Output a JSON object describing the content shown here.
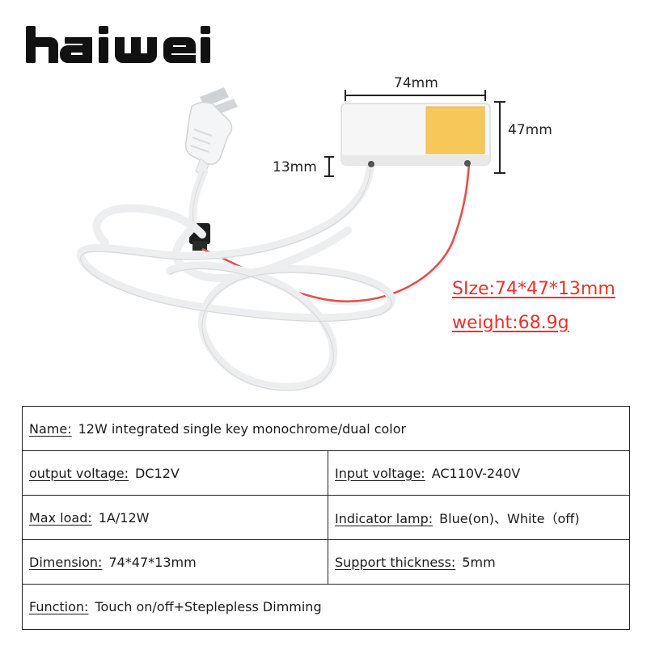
{
  "brand": {
    "logo_text": "HAIWEI"
  },
  "dimensions": {
    "width_label": "74mm",
    "height_label": "47mm",
    "thickness_label": "13mm"
  },
  "callout": {
    "size": "SIze:74*47*13mm",
    "weight": "weight:68.9g",
    "color": "#e3342f"
  },
  "specs": {
    "name": {
      "label": "Name:",
      "value": "12W integrated single key monochrome/dual color"
    },
    "output_voltage": {
      "label": "output voltage:",
      "value": "DC12V"
    },
    "input_voltage": {
      "label": "Input voltage:",
      "value": "AC110V-240V"
    },
    "max_load": {
      "label": "Max load:",
      "value": "1A/12W"
    },
    "indicator_lamp": {
      "label": "Indicator lamp:",
      "value": "Blue(on)、White（off)"
    },
    "dimension": {
      "label": "Dimension:",
      "value": "74*47*13mm"
    },
    "support_thickness": {
      "label": "Support thickness:",
      "value": "5mm"
    },
    "function": {
      "label": "Function:",
      "value": "Touch on/off+Steplepless Dimming"
    }
  }
}
